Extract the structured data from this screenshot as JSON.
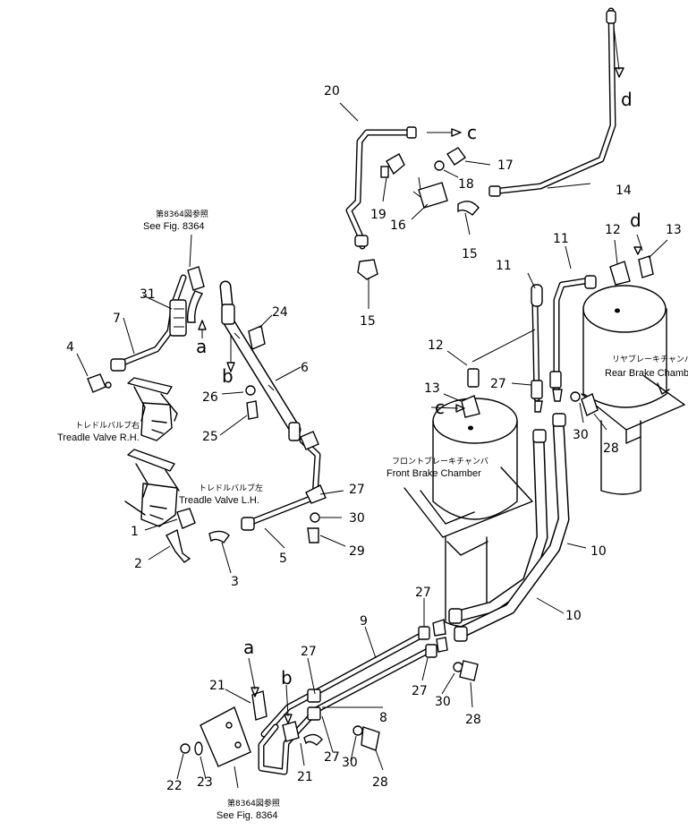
{
  "callouts": {
    "c1": "1",
    "c2": "2",
    "c3": "3",
    "c4": "4",
    "c5": "5",
    "c6": "6",
    "c7": "7",
    "c8": "8",
    "c9": "9",
    "c10a": "10",
    "c10b": "10",
    "c11a": "11",
    "c11b": "11",
    "c12a": "12",
    "c12b": "12",
    "c13a": "13",
    "c13b": "13",
    "c14": "14",
    "c15a": "15",
    "c15b": "15",
    "c16": "16",
    "c17": "17",
    "c18": "18",
    "c19": "19",
    "c20": "20",
    "c21a": "21",
    "c21b": "21",
    "c22": "22",
    "c23": "23",
    "c24": "24",
    "c25": "25",
    "c26": "26",
    "c27a": "27",
    "c27b": "27",
    "c27c": "27",
    "c27d": "27",
    "c27e": "27",
    "c27f": "27",
    "c28a": "28",
    "c28b": "28",
    "c28c": "28",
    "c29": "29",
    "c30a": "30",
    "c30b": "30",
    "c30c": "30",
    "c30d": "30",
    "c31": "31"
  },
  "connection_letters": {
    "a_top": "a",
    "a_bottom": "a",
    "b_top": "b",
    "b_bottom": "b",
    "c_top": "c",
    "c_front": "c",
    "d_top": "d",
    "d_rear": "d"
  },
  "labels": {
    "ref_top_jp": "第8364図参照",
    "ref_top_en": "See Fig. 8364",
    "ref_bottom_jp": "第8364図参照",
    "ref_bottom_en": "See Fig. 8364",
    "treadle_rh_jp": "トレドルバルブ右",
    "treadle_rh_en": "Treadle Valve R.H.",
    "treadle_lh_jp": "トレドルバルブ左",
    "treadle_lh_en": "Treadle Valve L.H.",
    "front_chamber_jp": "フロントブレーキチャンバ",
    "front_chamber_en": "Front Brake Chamber",
    "rear_chamber_jp": "リヤブレーキチャンバ",
    "rear_chamber_en": "Rear Brake Chamber"
  }
}
